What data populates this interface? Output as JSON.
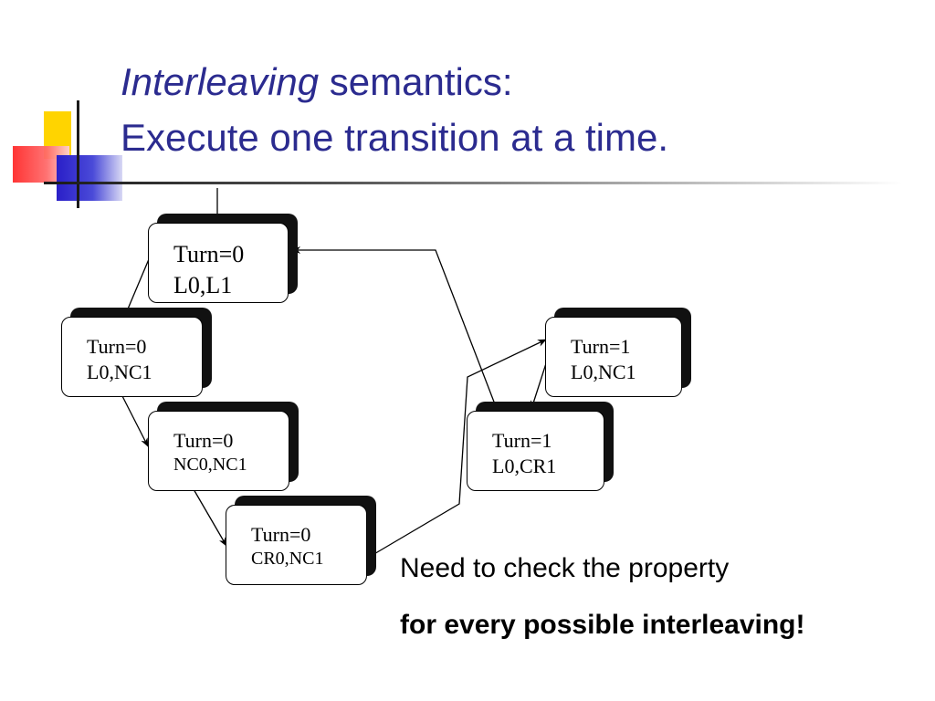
{
  "title": {
    "line1_italic": "Interleaving",
    "line1_rest": " semantics:",
    "line2": "Execute one transition at a time."
  },
  "states": [
    {
      "id": "s0",
      "turn": "Turn=0",
      "locations": "L0,L1"
    },
    {
      "id": "s1",
      "turn": "Turn=0",
      "locations": "L0,NC1"
    },
    {
      "id": "s2",
      "turn": "Turn=0",
      "locations": "NC0,NC1"
    },
    {
      "id": "s3",
      "turn": "Turn=0",
      "locations": "CR0,NC1"
    },
    {
      "id": "s4",
      "turn": "Turn=1",
      "locations": "L0,NC1"
    },
    {
      "id": "s5",
      "turn": "Turn=1",
      "locations": "L0,CR1"
    }
  ],
  "transitions": [
    {
      "from": "start",
      "to": "s0"
    },
    {
      "from": "s0",
      "to": "s1"
    },
    {
      "from": "s1",
      "to": "s2"
    },
    {
      "from": "s2",
      "to": "s3"
    },
    {
      "from": "s3",
      "to": "s4"
    },
    {
      "from": "s4",
      "to": "s5"
    },
    {
      "from": "s5",
      "to": "s0"
    }
  ],
  "note": {
    "line1": "Need to check the property",
    "line2": "for every possible interleaving!"
  },
  "colors": {
    "title": "#2b2b8f",
    "accent_yellow": "#ffd400",
    "accent_red": "#ff2a2a",
    "accent_blue": "#2a1fc8"
  }
}
